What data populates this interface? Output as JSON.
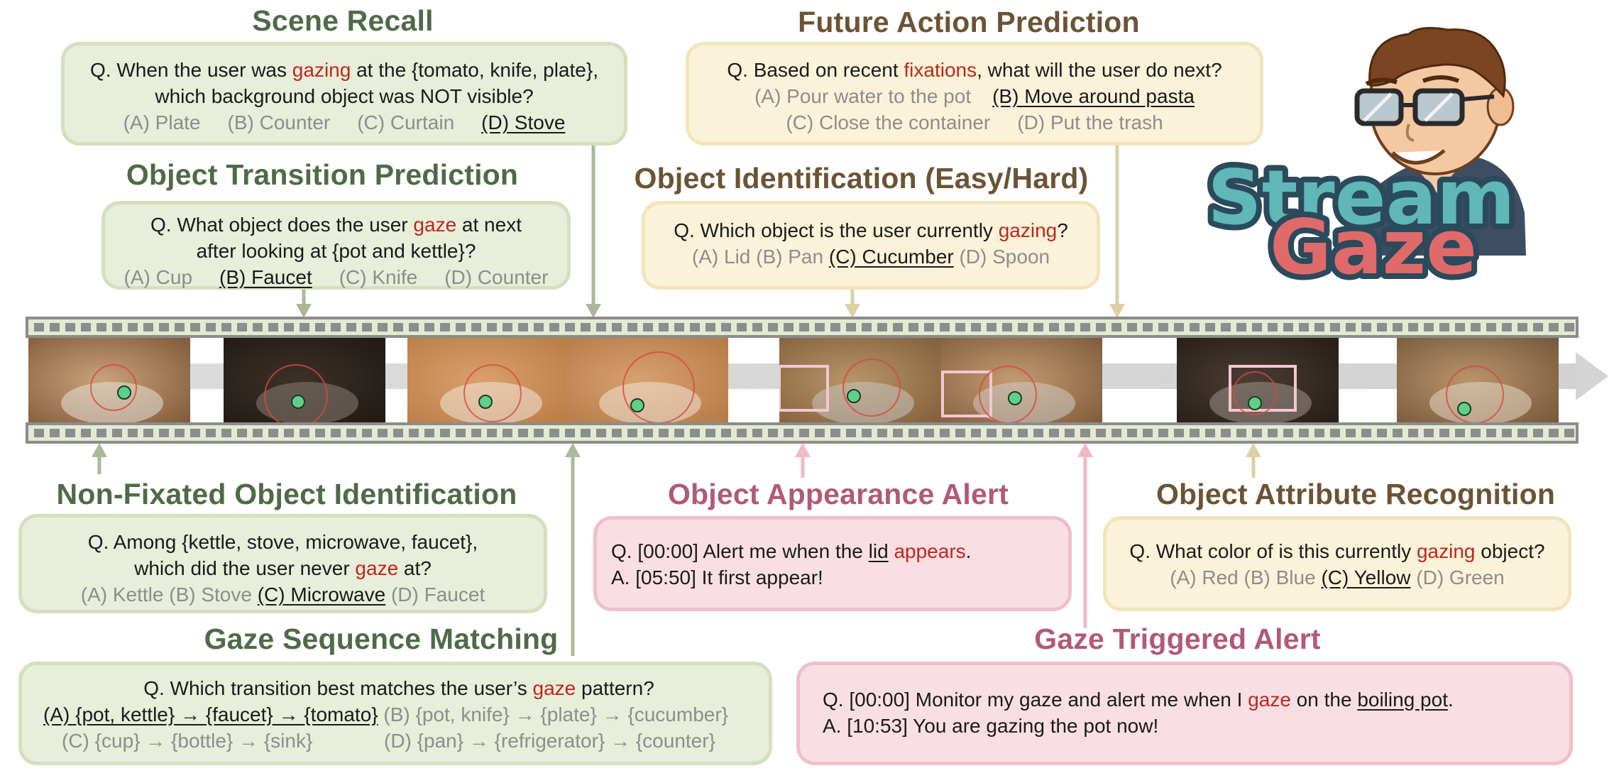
{
  "logo": {
    "word1": "Stream",
    "word2": "Gaze"
  },
  "titles": {
    "scene_recall": "Scene Recall",
    "future_action": "Future Action Prediction",
    "object_transition": "Object Transition Prediction",
    "object_identification": "Object Identification (Easy/Hard)",
    "non_fixated": "Non-Fixated Object Identification",
    "appearance_alert": "Object Appearance Alert",
    "attribute_recognition": "Object Attribute Recognition",
    "sequence_matching": "Gaze Sequence Matching",
    "triggered_alert": "Gaze Triggered Alert"
  },
  "scene_recall": {
    "q_pre": "Q. When the user was ",
    "q_hl": "gazing",
    "q_post": " at the {tomato, knife, plate},",
    "q_line2": "which background object was NOT visible?",
    "opt_a": "(A) Plate",
    "opt_b": "(B) Counter",
    "opt_c": "(C) Curtain",
    "opt_d": "(D) Stove"
  },
  "future_action": {
    "q_pre": "Q. Based on recent ",
    "q_hl": "fixations",
    "q_post": ", what will the user do next?",
    "opt_a": "(A) Pour water to the pot",
    "opt_b": "(B) Move around pasta",
    "opt_c": "(C) Close the container",
    "opt_d": "(D) Put the trash"
  },
  "object_transition": {
    "q_pre": "Q. What object does the user ",
    "q_hl": "gaze",
    "q_post": " at next",
    "q_line2": "after looking at {pot and kettle}?",
    "opt_a": "(A) Cup",
    "opt_b": "(B) Faucet",
    "opt_c": "(C) Knife",
    "opt_d": "(D) Counter"
  },
  "object_identification": {
    "q_pre": "Q. Which object is the user currently ",
    "q_hl": "gazing",
    "q_post": "?",
    "opt_a": "(A) Lid",
    "opt_b": "(B) Pan",
    "opt_c": "(C) Cucumber",
    "opt_d": "(D) Spoon"
  },
  "non_fixated": {
    "q_line1": "Q. Among {kettle, stove, microwave, faucet},",
    "q_pre": "which did the user never ",
    "q_hl": "gaze",
    "q_post": " at?",
    "opt_a": "(A) Kettle",
    "opt_b": "(B) Stove",
    "opt_c": "(C) Microwave",
    "opt_d": "(D) Faucet"
  },
  "appearance_alert": {
    "q_pre": "Q. [00:00] Alert me when the ",
    "q_ul": "lid",
    "q_hl": "appears",
    "q_post": ".",
    "answer": "A. [05:50] It first appear!"
  },
  "attribute_recognition": {
    "q_pre": "Q. What color of is this currently ",
    "q_hl": "gazing",
    "q_post": " object?",
    "opt_a": "(A) Red",
    "opt_b": "(B) Blue",
    "opt_c": "(C) Yellow",
    "opt_d": "(D) Green"
  },
  "sequence_matching": {
    "q_pre": "Q. Which transition best matches the user’s ",
    "q_hl": "gaze",
    "q_post": " pattern?",
    "opt_a": "(A) {pot, kettle} → {faucet} → {tomato}",
    "opt_b": "(B) {pot, knife} → {plate} → {cucumber}",
    "opt_c": "(C) {cup} → {bottle} → {sink}",
    "opt_d": "(D) {pan} → {refrigerator} → {counter}"
  },
  "triggered_alert": {
    "q_pre": "Q. [00:00] Monitor my gaze and alert me when I ",
    "q_hl": "gaze",
    "q_mid": " on the ",
    "q_ul": "boiling pot",
    "q_post": ".",
    "answer": "A. [10:53] You are gazing the pot now!"
  },
  "colors": {
    "green_title": "#4f6a47",
    "yellow_title": "#6b5334",
    "pink_title": "#b05a74",
    "highlight_red": "#c0261e",
    "option_gray": "#8d8d8d",
    "green_box": "#e7eed9",
    "yellow_box": "#fbf3d9",
    "pink_box": "#f9dfe3",
    "gaze_dot": "#5fd08a"
  },
  "frames": [
    {
      "name": "kitchen-wall",
      "bg1": "#c9a27a",
      "bg2": "#7a5434",
      "detail": "#e8e2d8"
    },
    {
      "name": "sink",
      "bg1": "#3b3129",
      "bg2": "#1d1712",
      "detail": "#8a7e72"
    },
    {
      "name": "plate-tomato",
      "bg1": "#d9a06e",
      "bg2": "#b7793f",
      "detail": "#f2e8de"
    },
    {
      "name": "plate-tomato-2",
      "bg1": "#d8a070",
      "bg2": "#b37643",
      "detail": "#f0e4d8"
    },
    {
      "name": "pot-lid",
      "bg1": "#b99468",
      "bg2": "#7d5b36",
      "detail": "#c7c4bf"
    },
    {
      "name": "pot-lid-2",
      "bg1": "#c29b70",
      "bg2": "#7a5737",
      "detail": "#cfcbc4"
    },
    {
      "name": "stove-pan",
      "bg1": "#4a3d33",
      "bg2": "#231a14",
      "detail": "#9c948b"
    },
    {
      "name": "pasta",
      "bg1": "#b8956b",
      "bg2": "#6f5236",
      "detail": "#e6d7c6"
    }
  ]
}
